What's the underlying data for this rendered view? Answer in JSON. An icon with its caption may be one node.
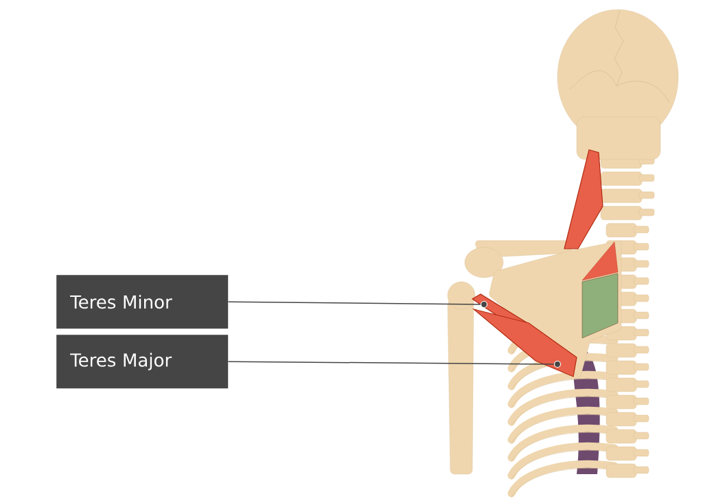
{
  "diagram": {
    "nodes": [
      {
        "text": [
          "Teres Minor"
        ]
      },
      {
        "text": [
          "Teres Major"
        ]
      },
      {
        "text": [],
        "shape": "circle"
      },
      {
        "text": [],
        "shape": "circle"
      }
    ],
    "edges": [
      {
        "from": 0,
        "to": 2,
        "arrow": "none"
      },
      {
        "from": 1,
        "to": 3,
        "arrow": "none"
      }
    ]
  }
}
